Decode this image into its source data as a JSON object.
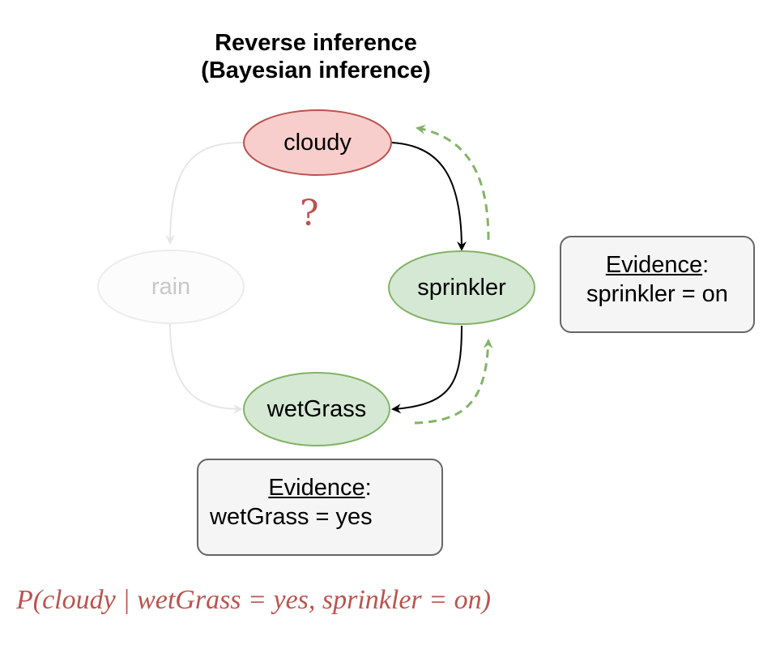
{
  "title": {
    "line1": "Reverse inference",
    "line2": "(Bayesian inference)"
  },
  "nodes": {
    "cloudy": {
      "label": "cloudy",
      "state": "query",
      "fill": "#f8cecc",
      "stroke": "#b85450"
    },
    "rain": {
      "label": "rain",
      "state": "faded",
      "fill": "#fcfcfc",
      "stroke": "#ececec",
      "text_color": "#c8c8c8"
    },
    "sprinkler": {
      "label": "sprinkler",
      "state": "evidence",
      "fill": "#d5e8d4",
      "stroke": "#82b366"
    },
    "wetGrass": {
      "label": "wetGrass",
      "state": "evidence",
      "fill": "#d5e8d4",
      "stroke": "#82b366"
    }
  },
  "query_marker": "?",
  "evidence_boxes": [
    {
      "heading": "Evidence",
      "colon": ":",
      "value": "sprinkler = on"
    },
    {
      "heading": "Evidence",
      "colon": ":",
      "value": "wetGrass = yes"
    }
  ],
  "edges": [
    {
      "from": "cloudy",
      "to": "sprinkler",
      "style": "solid",
      "color": "#000000"
    },
    {
      "from": "sprinkler",
      "to": "wetGrass",
      "style": "solid",
      "color": "#000000"
    },
    {
      "from": "cloudy",
      "to": "rain",
      "style": "faded",
      "color": "#e6e6e6"
    },
    {
      "from": "rain",
      "to": "wetGrass",
      "style": "faded",
      "color": "#e6e6e6"
    },
    {
      "from": "wetGrass",
      "to": "sprinkler",
      "style": "dashed",
      "color": "#82b366"
    },
    {
      "from": "sprinkler",
      "to": "cloudy",
      "style": "dashed",
      "color": "#82b366"
    }
  ],
  "formula": "P(cloudy | wetGrass = yes, sprinkler = on)",
  "colors": {
    "query": "#b85450",
    "evidence": "#82b366"
  }
}
